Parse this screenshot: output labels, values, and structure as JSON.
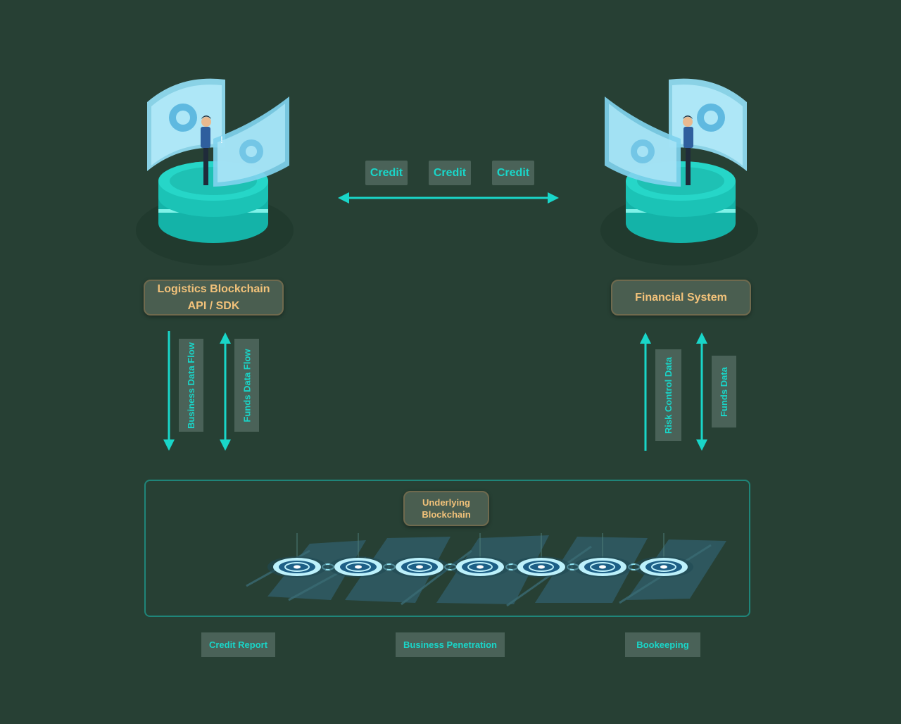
{
  "credit_tags": [
    "Credit",
    "Credit",
    "Credit"
  ],
  "left_box": {
    "line1": "Logistics Blockchain",
    "line2": "API / SDK"
  },
  "right_box": {
    "label": "Financial System"
  },
  "left_flows": {
    "down_label": "Business Data Flow",
    "up_label": "Funds Data Flow"
  },
  "right_flows": {
    "up_label": "Risk Control Data",
    "both_label": "Funds Data"
  },
  "blockchain": {
    "line1": "Underlying",
    "line2": "Blockchain"
  },
  "bottom_tags": [
    "Credit Report",
    "Business Penetration",
    "Bookeeping"
  ],
  "colors": {
    "background": "#274034",
    "accent": "#19d6c9",
    "label_text": "#f2c27a"
  }
}
